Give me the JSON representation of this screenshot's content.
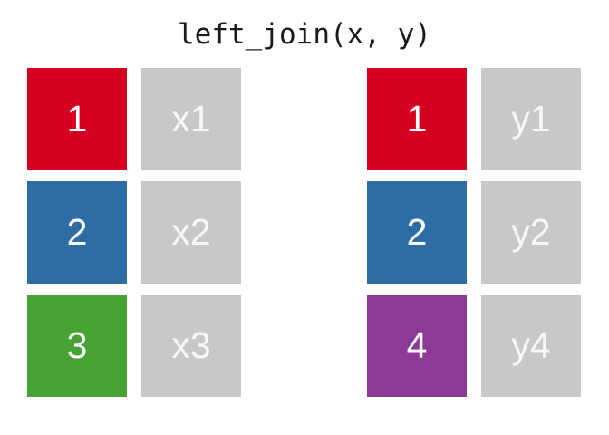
{
  "title": "left_join(x, y)",
  "colors": {
    "red": "#d5001f",
    "blue": "#2e6da4",
    "green": "#46a333",
    "purple": "#8d3a96",
    "gray": "#c8c8c8",
    "cell_text": "#ffffff",
    "title_text": "#1a1a1a"
  },
  "tables": [
    {
      "name": "x",
      "rows": [
        {
          "key": "1",
          "key_color": "#d5001f",
          "value": "x1"
        },
        {
          "key": "2",
          "key_color": "#2e6da4",
          "value": "x2"
        },
        {
          "key": "3",
          "key_color": "#46a333",
          "value": "x3"
        }
      ]
    },
    {
      "name": "y",
      "rows": [
        {
          "key": "1",
          "key_color": "#d5001f",
          "value": "y1"
        },
        {
          "key": "2",
          "key_color": "#2e6da4",
          "value": "y2"
        },
        {
          "key": "4",
          "key_color": "#8d3a96",
          "value": "y4"
        }
      ]
    }
  ]
}
